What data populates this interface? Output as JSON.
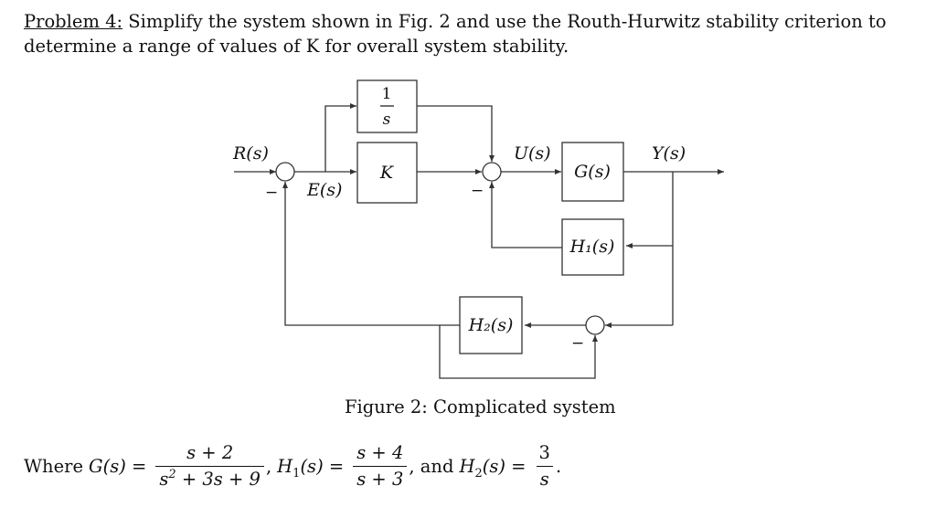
{
  "problem": {
    "label": "Problem 4:",
    "text": " Simplify the system shown in Fig. 2 and use the Routh-Hurwitz stability criterion to determine a range of values of K for overall system stability."
  },
  "diagram": {
    "integrator": {
      "num": "1",
      "den": "s"
    },
    "gain": "K",
    "g_block": "G(s)",
    "h1_block": "H₁(s)",
    "h2_block": "H₂(s)",
    "labels": {
      "input": "R(s)",
      "error": "E(s)",
      "control": "U(s)",
      "output": "Y(s)"
    },
    "signs": {
      "sum1_bottom": "−",
      "sum2_bottom": "−",
      "sum3_bottom": "−"
    }
  },
  "caption": "Figure 2: Complicated system",
  "definitions": {
    "intro": "Where",
    "g": {
      "lhs": "G(s) =",
      "num": "s + 2",
      "den_main": "s",
      "den_exp": "2",
      "den_rest": " + 3s + 9"
    },
    "sep1": ",",
    "h1": {
      "lhs_sym": "H",
      "lhs_sub": "1",
      "lhs_rest": "(s) =",
      "num": "s + 4",
      "den": "s + 3"
    },
    "sep2": ", and",
    "h2": {
      "lhs_sym": "H",
      "lhs_sub": "2",
      "lhs_rest": "(s) =",
      "num": "3",
      "den": "s"
    },
    "end": "."
  }
}
